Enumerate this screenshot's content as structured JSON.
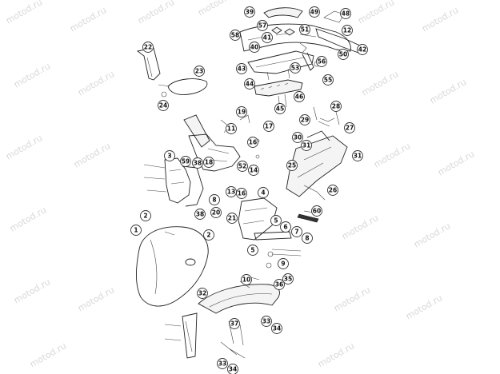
{
  "diagram": {
    "watermark": "motod.ru",
    "callouts": [
      {
        "id": "c39",
        "label": "39"
      },
      {
        "id": "c49",
        "label": "49"
      },
      {
        "id": "c48",
        "label": "48"
      },
      {
        "id": "c57",
        "label": "57"
      },
      {
        "id": "c51",
        "label": "51"
      },
      {
        "id": "c58",
        "label": "58"
      },
      {
        "id": "c41",
        "label": "41"
      },
      {
        "id": "c12",
        "label": "12"
      },
      {
        "id": "c40",
        "label": "40"
      },
      {
        "id": "c50",
        "label": "50"
      },
      {
        "id": "c42",
        "label": "42"
      },
      {
        "id": "c56",
        "label": "56"
      },
      {
        "id": "c43",
        "label": "43"
      },
      {
        "id": "c53",
        "label": "53"
      },
      {
        "id": "c55",
        "label": "55"
      },
      {
        "id": "c44",
        "label": "44"
      },
      {
        "id": "c46",
        "label": "46"
      },
      {
        "id": "c45",
        "label": "45"
      },
      {
        "id": "c22",
        "label": "22"
      },
      {
        "id": "c23",
        "label": "23"
      },
      {
        "id": "c24",
        "label": "24"
      },
      {
        "id": "c19",
        "label": "19"
      },
      {
        "id": "c28",
        "label": "28"
      },
      {
        "id": "c17",
        "label": "17"
      },
      {
        "id": "c29",
        "label": "29"
      },
      {
        "id": "c27",
        "label": "27"
      },
      {
        "id": "c11",
        "label": "11"
      },
      {
        "id": "c30",
        "label": "30"
      },
      {
        "id": "c31a",
        "label": "31"
      },
      {
        "id": "c16a",
        "label": "16"
      },
      {
        "id": "c31b",
        "label": "31"
      },
      {
        "id": "c3",
        "label": "3"
      },
      {
        "id": "c18",
        "label": "18"
      },
      {
        "id": "c52",
        "label": "52"
      },
      {
        "id": "c59",
        "label": "59"
      },
      {
        "id": "c38a",
        "label": "38"
      },
      {
        "id": "c14",
        "label": "14"
      },
      {
        "id": "c25",
        "label": "25"
      },
      {
        "id": "c13",
        "label": "13"
      },
      {
        "id": "c16b",
        "label": "16"
      },
      {
        "id": "c4",
        "label": "4"
      },
      {
        "id": "c26",
        "label": "26"
      },
      {
        "id": "c8a",
        "label": "8"
      },
      {
        "id": "c20",
        "label": "20"
      },
      {
        "id": "c2a",
        "label": "2"
      },
      {
        "id": "c38b",
        "label": "38"
      },
      {
        "id": "c21",
        "label": "21"
      },
      {
        "id": "c5a",
        "label": "5"
      },
      {
        "id": "c60",
        "label": "60"
      },
      {
        "id": "c6",
        "label": "6"
      },
      {
        "id": "c1",
        "label": "1"
      },
      {
        "id": "c2b",
        "label": "2"
      },
      {
        "id": "c7",
        "label": "7"
      },
      {
        "id": "c8b",
        "label": "8"
      },
      {
        "id": "c5b",
        "label": "5"
      },
      {
        "id": "c9",
        "label": "9"
      },
      {
        "id": "c10",
        "label": "10"
      },
      {
        "id": "c35",
        "label": "35"
      },
      {
        "id": "c36",
        "label": "36"
      },
      {
        "id": "c32",
        "label": "32"
      },
      {
        "id": "c37",
        "label": "37"
      },
      {
        "id": "c33a",
        "label": "33"
      },
      {
        "id": "c34a",
        "label": "34"
      },
      {
        "id": "c33b",
        "label": "33"
      },
      {
        "id": "c34b",
        "label": "34"
      }
    ]
  }
}
